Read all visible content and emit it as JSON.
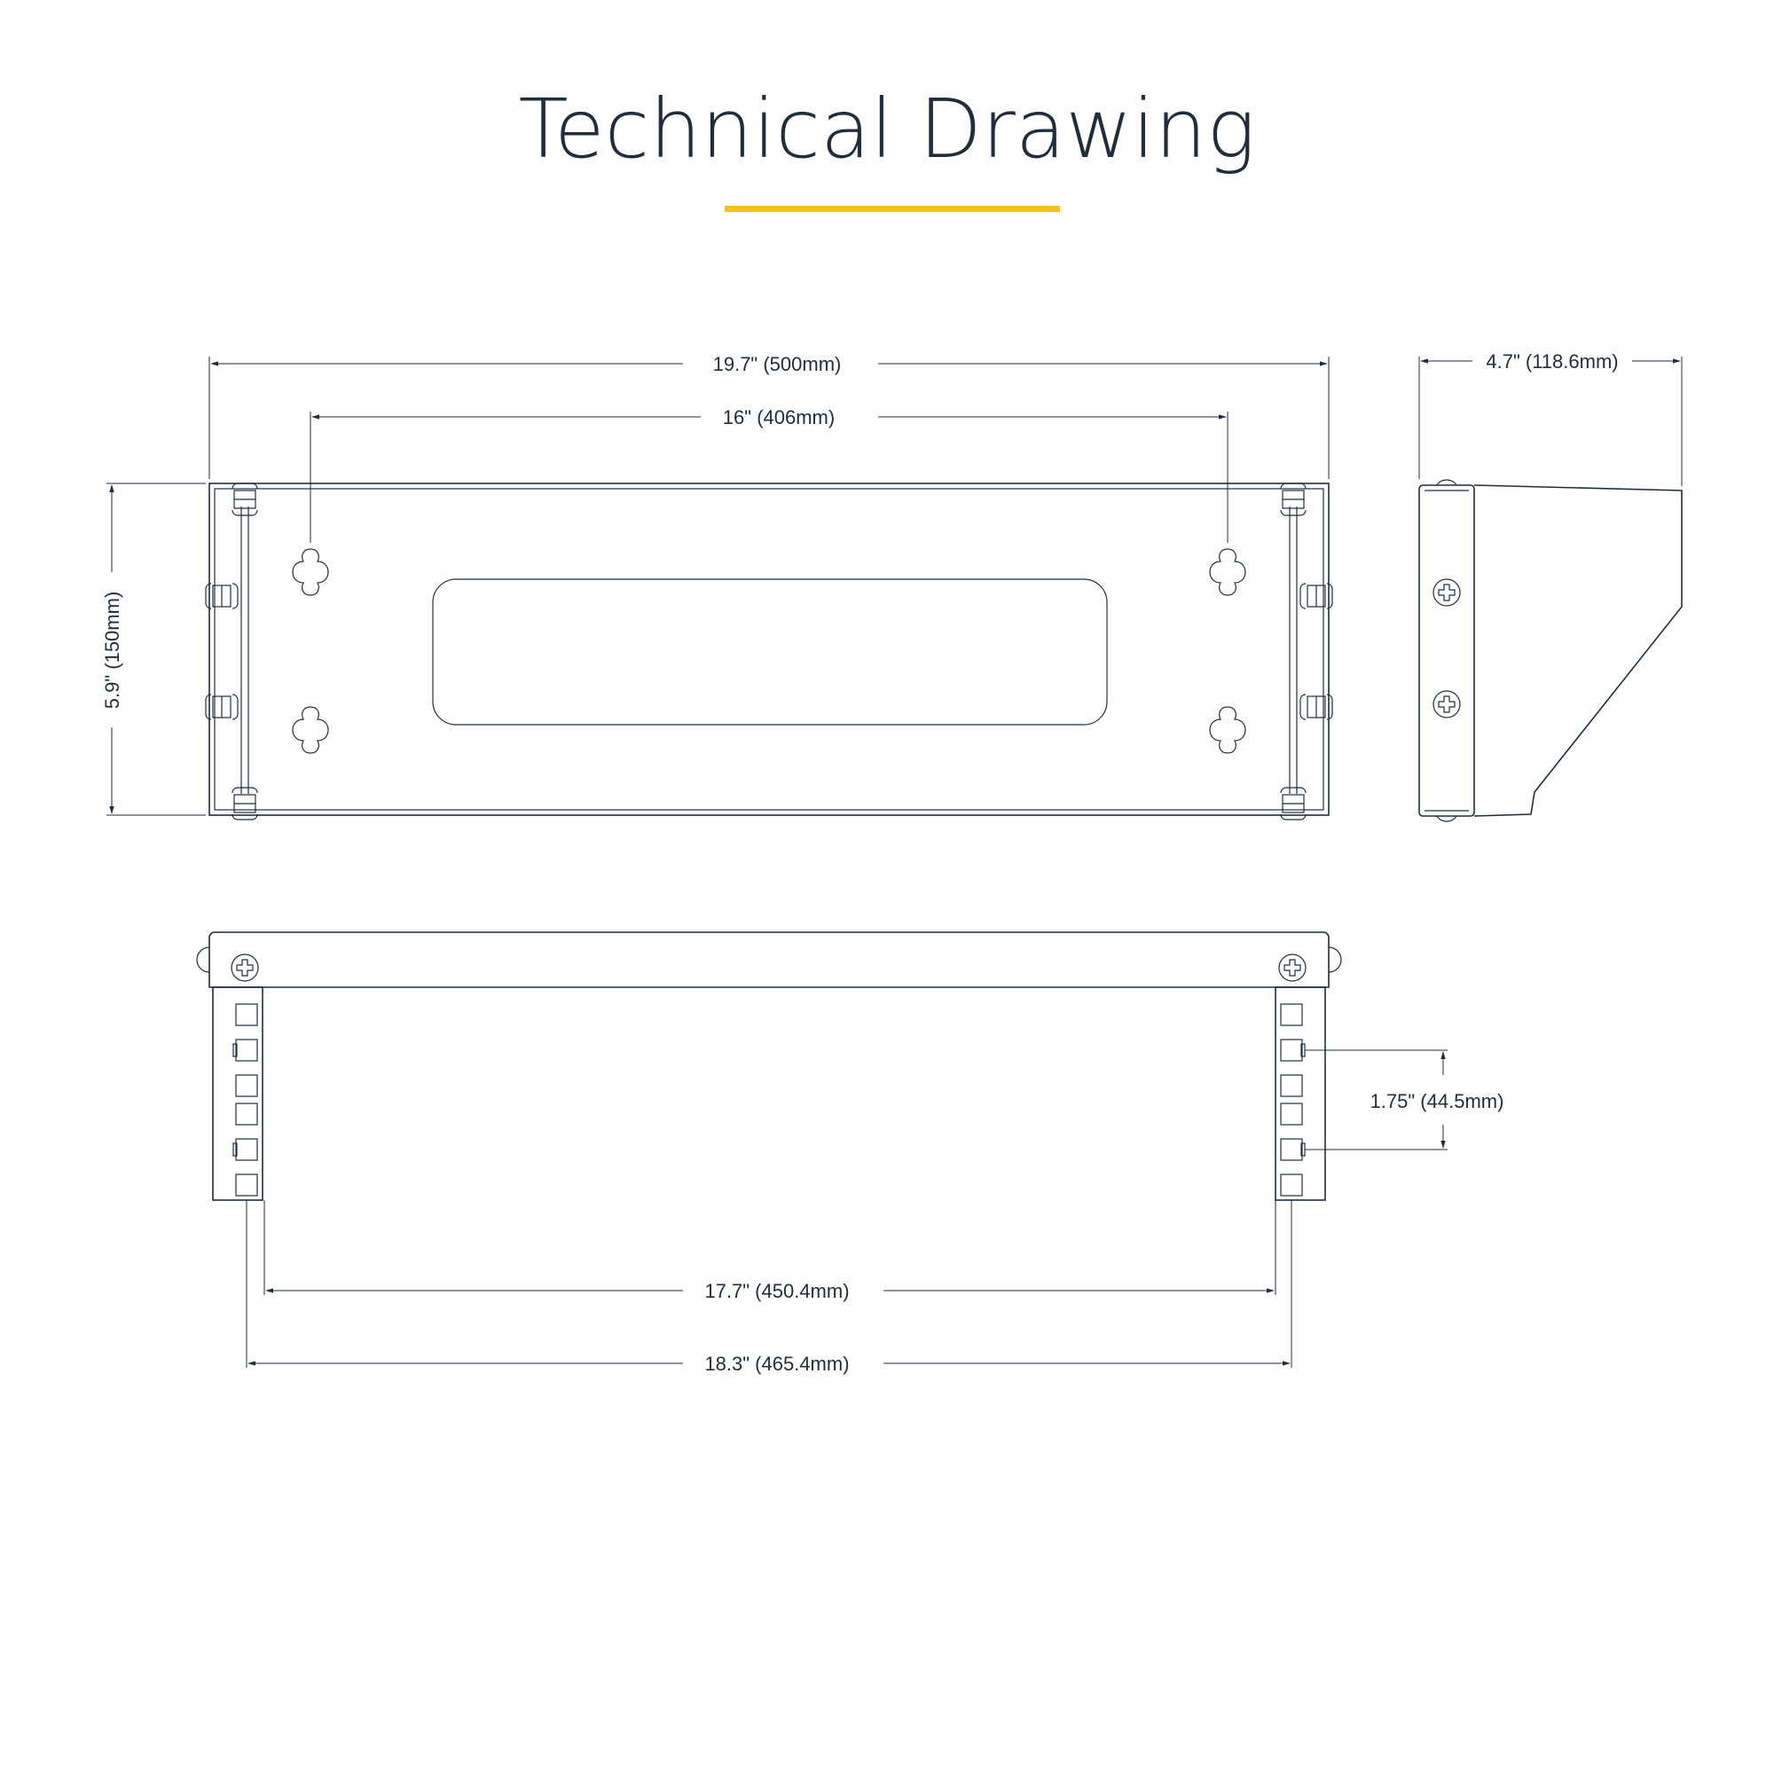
{
  "header": {
    "title": "Technical Drawing",
    "accent_color": "#f4c11f",
    "ink_color": "#1f2d3d"
  },
  "dimensions": {
    "overall_width": "19.7\" (500mm)",
    "hole_spacing": "16\" (406mm)",
    "height": "5.9\" (150mm)",
    "depth": "4.7\" (118.6mm)",
    "rack_unit": "1.75\" (44.5mm)",
    "inner_rail_width": "17.7\" (450.4mm)",
    "outer_rail_width": "18.3\" (465.4mm)"
  }
}
